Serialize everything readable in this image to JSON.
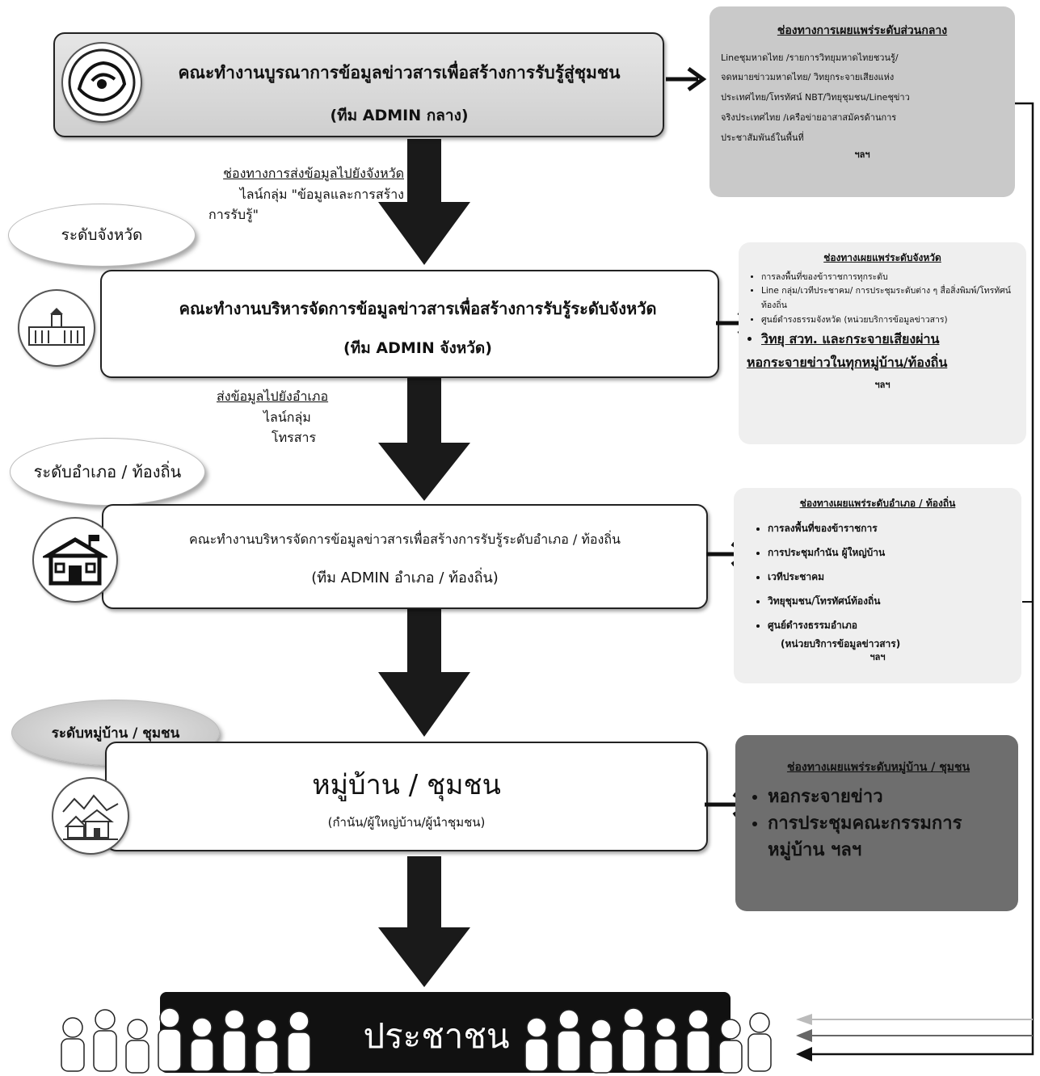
{
  "central": {
    "title": "คณะทำงานบูรณาการข้อมูลข่าวสารเพื่อสร้างการรับรู้สู่ชุมชน",
    "team": "(ทีม ADMIN กลาง)",
    "emblem_icon": "thai-government-seal"
  },
  "central_channels": {
    "heading": "ช่องทางการเผยแพร่ระดับส่วนกลาง",
    "lines": [
      "Lineชุมหาดไทย /รายการวิทยุมหาดไทยชวนรู้/",
      "จดหมายข่าวมหาดไทย/ วิทยุกระจายเสียงแห่ง",
      "ประเทศไทย/โทรทัศน์ NBT/วิทยุชุมชน/Lineชุข่าว",
      "จริงประเทศไทย /เครือข่ายอาสาสมัครด้านการ",
      "ประชาสัมพันธ์ในพื้นที่"
    ],
    "etc": "ฯลฯ"
  },
  "send_to_province": {
    "heading": "ช่องทางการส่งข้อมูลไปยังจังหวัด",
    "line1": "ไลน์กลุ่ม \"ข้อมูลและการสร้าง",
    "line2": "การรับรู้\""
  },
  "province_level_label": "ระดับจังหวัด",
  "province": {
    "title": "คณะทำงานบริหารจัดการข้อมูลข่าวสารเพื่อสร้างการรับรู้ระดับจังหวัด",
    "team": "(ทีม ADMIN จังหวัด)",
    "icon": "provincial-hall-icon"
  },
  "province_channels": {
    "heading": "ช่องทางเผยแพร่ระดับจังหวัด",
    "items": [
      "การลงพื้นที่ของข้าราชการทุกระดับ",
      "Line กลุ่ม/เวทีประชาคม/ การประชุมระดับต่าง ๆ สื่อสิ่งพิมพ์/โทรทัศน์ท้องถิ่น",
      "ศูนย์ดำรงธรรมจังหวัด (หน่วยบริการข้อมูลข่าวสาร)"
    ],
    "highlight1": "วิทยุ สวท. และกระจายเสียงผ่าน",
    "highlight2": "หอกระจายข่าวในทุกหมู่บ้าน/ท้องถิ่น",
    "etc": "ฯลฯ"
  },
  "send_to_district": {
    "heading": "ส่งข้อมูลไปยังอำเภอ",
    "line1": "ไลน์กลุ่ม",
    "line2": "โทรสาร"
  },
  "district_level_label": "ระดับอำเภอ / ท้องถิ่น",
  "district": {
    "title": "คณะทำงานบริหารจัดการข้อมูลข่าวสารเพื่อสร้างการรับรู้ระดับอำเภอ  / ท้องถิ่น",
    "team": "(ทีม ADMIN อำเภอ / ท้องถิ่น)",
    "icon": "district-office-icon"
  },
  "district_channels": {
    "heading": "ช่องทางเผยแพร่ระดับอำเภอ / ท้องถิ่น",
    "items": [
      "การลงพื้นที่ของข้าราชการ",
      "การประชุมกำนัน ผู้ใหญ่บ้าน",
      "เวทีประชาคม",
      "วิทยุชุมชน/โทรทัศน์ท้องถิ่น",
      "ศูนย์ดำรงธรรมอำเภอ"
    ],
    "sub": "(หน่วยบริการข้อมูลข่าวสาร)",
    "etc": "ฯลฯ"
  },
  "village_level_label": "ระดับหมู่บ้าน / ชุมชน",
  "village": {
    "title": "หมู่บ้าน / ชุมชน",
    "sub": "(กำนัน/ผู้ใหญ่บ้าน/ผู้นำชุมชน)",
    "icon": "village-houses-icon"
  },
  "village_channels": {
    "heading": "ช่องทางเผยแพร่ระดับหมู่บ้าน / ชุมชน",
    "items": [
      "หอกระจายข่าว",
      "การประชุมคณะกรรมการ"
    ],
    "tail": "หมู่บ้าน ฯลฯ"
  },
  "people": {
    "label": "ประชาชน",
    "icon": "crowd-icon"
  },
  "colors": {
    "arrow": "#1a1a1a",
    "panel_grey": "#c9c9c9",
    "panel_light": "#efefef",
    "panel_dark": "#6e6e6e",
    "banner": "#111111"
  }
}
